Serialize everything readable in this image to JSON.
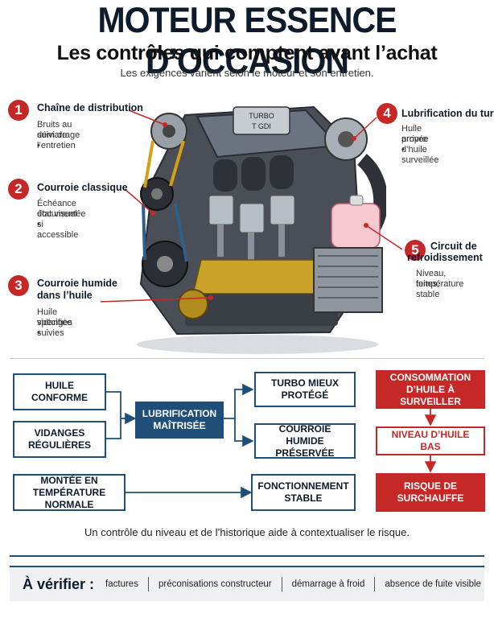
{
  "header": {
    "title": "MOTEUR ESSENCE D’OCCASION",
    "subtitle": "Les contrôles qui comptent avant l’achat",
    "tagline": "Les exigences varient selon le moteur et son entretien."
  },
  "engine": {
    "badge_line1": "TURBO",
    "badge_line2": "T GDI"
  },
  "callouts": [
    {
      "num": "1",
      "title": "Chaîne de distribution",
      "desc_line1": "Bruits au démarrage •",
      "desc_line2": "suivi de l’entretien"
    },
    {
      "num": "2",
      "title": "Courroie classique",
      "desc_line1": "Échéance documentée •",
      "desc_line2": "état visuel si accessible"
    },
    {
      "num": "3",
      "title_line1": "Courroie humide",
      "title_line2": "dans l’huile",
      "desc_line1": "Huile spécifiée •",
      "desc_line2": "vidanges suivies"
    },
    {
      "num": "4",
      "title": "Lubrification du turbo",
      "desc_line1": "Huile propre •",
      "desc_line2": "arrivée d’huile surveillée"
    },
    {
      "num": "5",
      "title_line1": "Circuit de",
      "title_line2": "refroidissement",
      "desc_line1": "Niveau, fuites,",
      "desc_line2": "température stable"
    }
  ],
  "flow": {
    "huile_l1": "HUILE",
    "huile_l2": "CONFORME",
    "vidanges_l1": "VIDANGES",
    "vidanges_l2": "RÉGULIÈRES",
    "lubri_l1": "LUBRIFICATION",
    "lubri_l2": "MAÎTRISÉE",
    "turbo_l1": "TURBO MIEUX",
    "turbo_l2": "PROTÉGÉ",
    "courroie_l1": "COURROIE HUMIDE",
    "courroie_l2": "PRÉSERVÉE",
    "montee_l1": "MONTÉE EN",
    "montee_l2": "TEMPÉRATURE NORMALE",
    "fonct_l1": "FONCTIONNEMENT",
    "fonct_l2": "STABLE",
    "conso_l1": "CONSOMMATION",
    "conso_l2": "D’HUILE À SURVEILLER",
    "niveau": "NIVEAU D’HUILE BAS",
    "risque_l1": "RISQUE DE",
    "risque_l2": "SURCHAUFFE"
  },
  "footnote": "Un contrôle du niveau et de l’historique aide à contextualiser le risque.",
  "verify": {
    "label": "À vérifier :",
    "items": [
      "factures",
      "préconisations constructeur",
      "démarrage à froid",
      "absence de fuite visible"
    ]
  },
  "colors": {
    "accent_red": "#c62828",
    "navy": "#1f4e79",
    "dark_text": "#0d1b2a"
  }
}
